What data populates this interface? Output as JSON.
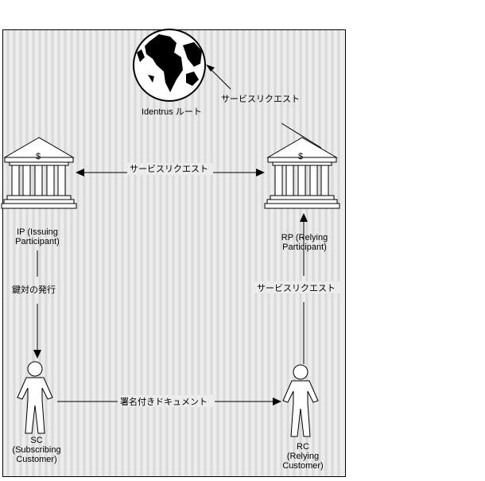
{
  "nodes": {
    "root": {
      "label": "Identrus ルート",
      "icon": "globe-icon"
    },
    "ip": {
      "line1": "IP (Issuing",
      "line2": "Participant)",
      "icon": "bank-icon",
      "symbol": "$"
    },
    "rp": {
      "line1": "RP (Relying",
      "line2": "Participant)",
      "icon": "bank-icon",
      "symbol": "$"
    },
    "sc": {
      "line1": "SC",
      "line2": "(Subscribing",
      "line3": "Customer)",
      "icon": "person-icon"
    },
    "rc": {
      "line1": "RC",
      "line2": "(Relying",
      "line3": "Customer)",
      "icon": "person-icon"
    }
  },
  "edges": {
    "rp_to_root": "サービスリクエスト",
    "ip_rp": "サービスリクエスト",
    "rc_to_rp": "サービスリクエスト",
    "ip_to_sc": "鍵対の発行",
    "sc_to_rc": "署名付きドキュメント"
  },
  "colors": {
    "stripe": "#d9d9d9",
    "background": "#ececec",
    "line": "#000000"
  }
}
